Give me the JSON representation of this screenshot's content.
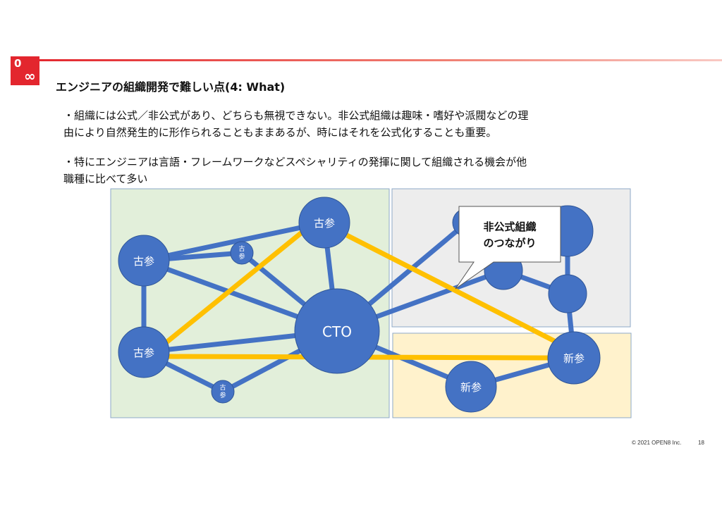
{
  "logo": {
    "line1": "0",
    "line2": "∞"
  },
  "header": {
    "title": "エンジニアの組織開発で難しい点(4: What)"
  },
  "body": {
    "para1": [
      "・組織には公式／非公式があり、どちらも無視できない。非公式組織は趣味・嗜好や派閥などの理",
      "由により自然発生的に形作られることもままあるが、時にはそれを公式化することも重要。"
    ],
    "para2": [
      "・特にエンジニアは言語・フレームワークなどスペシャリティの発揮に関して組織される機会が他",
      "職種に比べて多い"
    ]
  },
  "diagram": {
    "colors": {
      "node": "#4472c4",
      "edge": "#4472c4",
      "informal": "#ffc000",
      "zone_green": "#e2efda",
      "zone_gray": "#ededed",
      "zone_yellow": "#fff2cc"
    },
    "nodes": {
      "cto": "CTO",
      "veteran_top": "古参",
      "veteran_left": "古参",
      "veteran_left_low": "古参",
      "veteran_small_1": "古\n参",
      "veteran_small_2": "古\n参",
      "newcomer_right": "新参",
      "newcomer_bottom": "新参"
    },
    "callout": {
      "line1": "非公式組織",
      "line2": "のつながり"
    }
  },
  "footer": {
    "copyright": "© 2021 OPEN8 Inc.",
    "page": "18"
  }
}
